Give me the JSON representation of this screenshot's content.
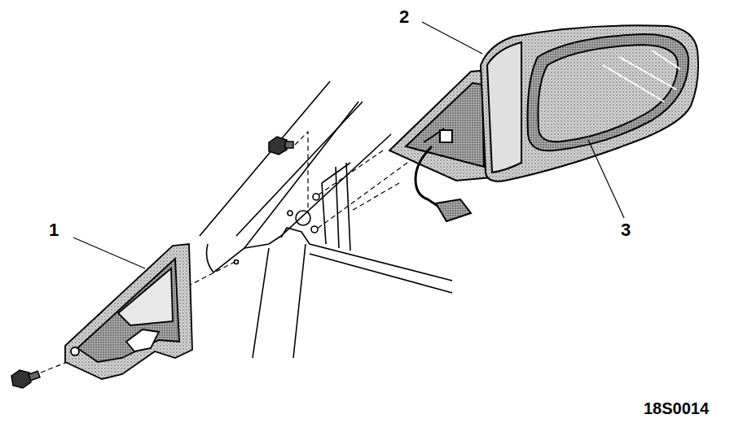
{
  "diagram": {
    "labels": [
      "1",
      "2",
      "3",
      "18S0014"
    ]
  }
}
